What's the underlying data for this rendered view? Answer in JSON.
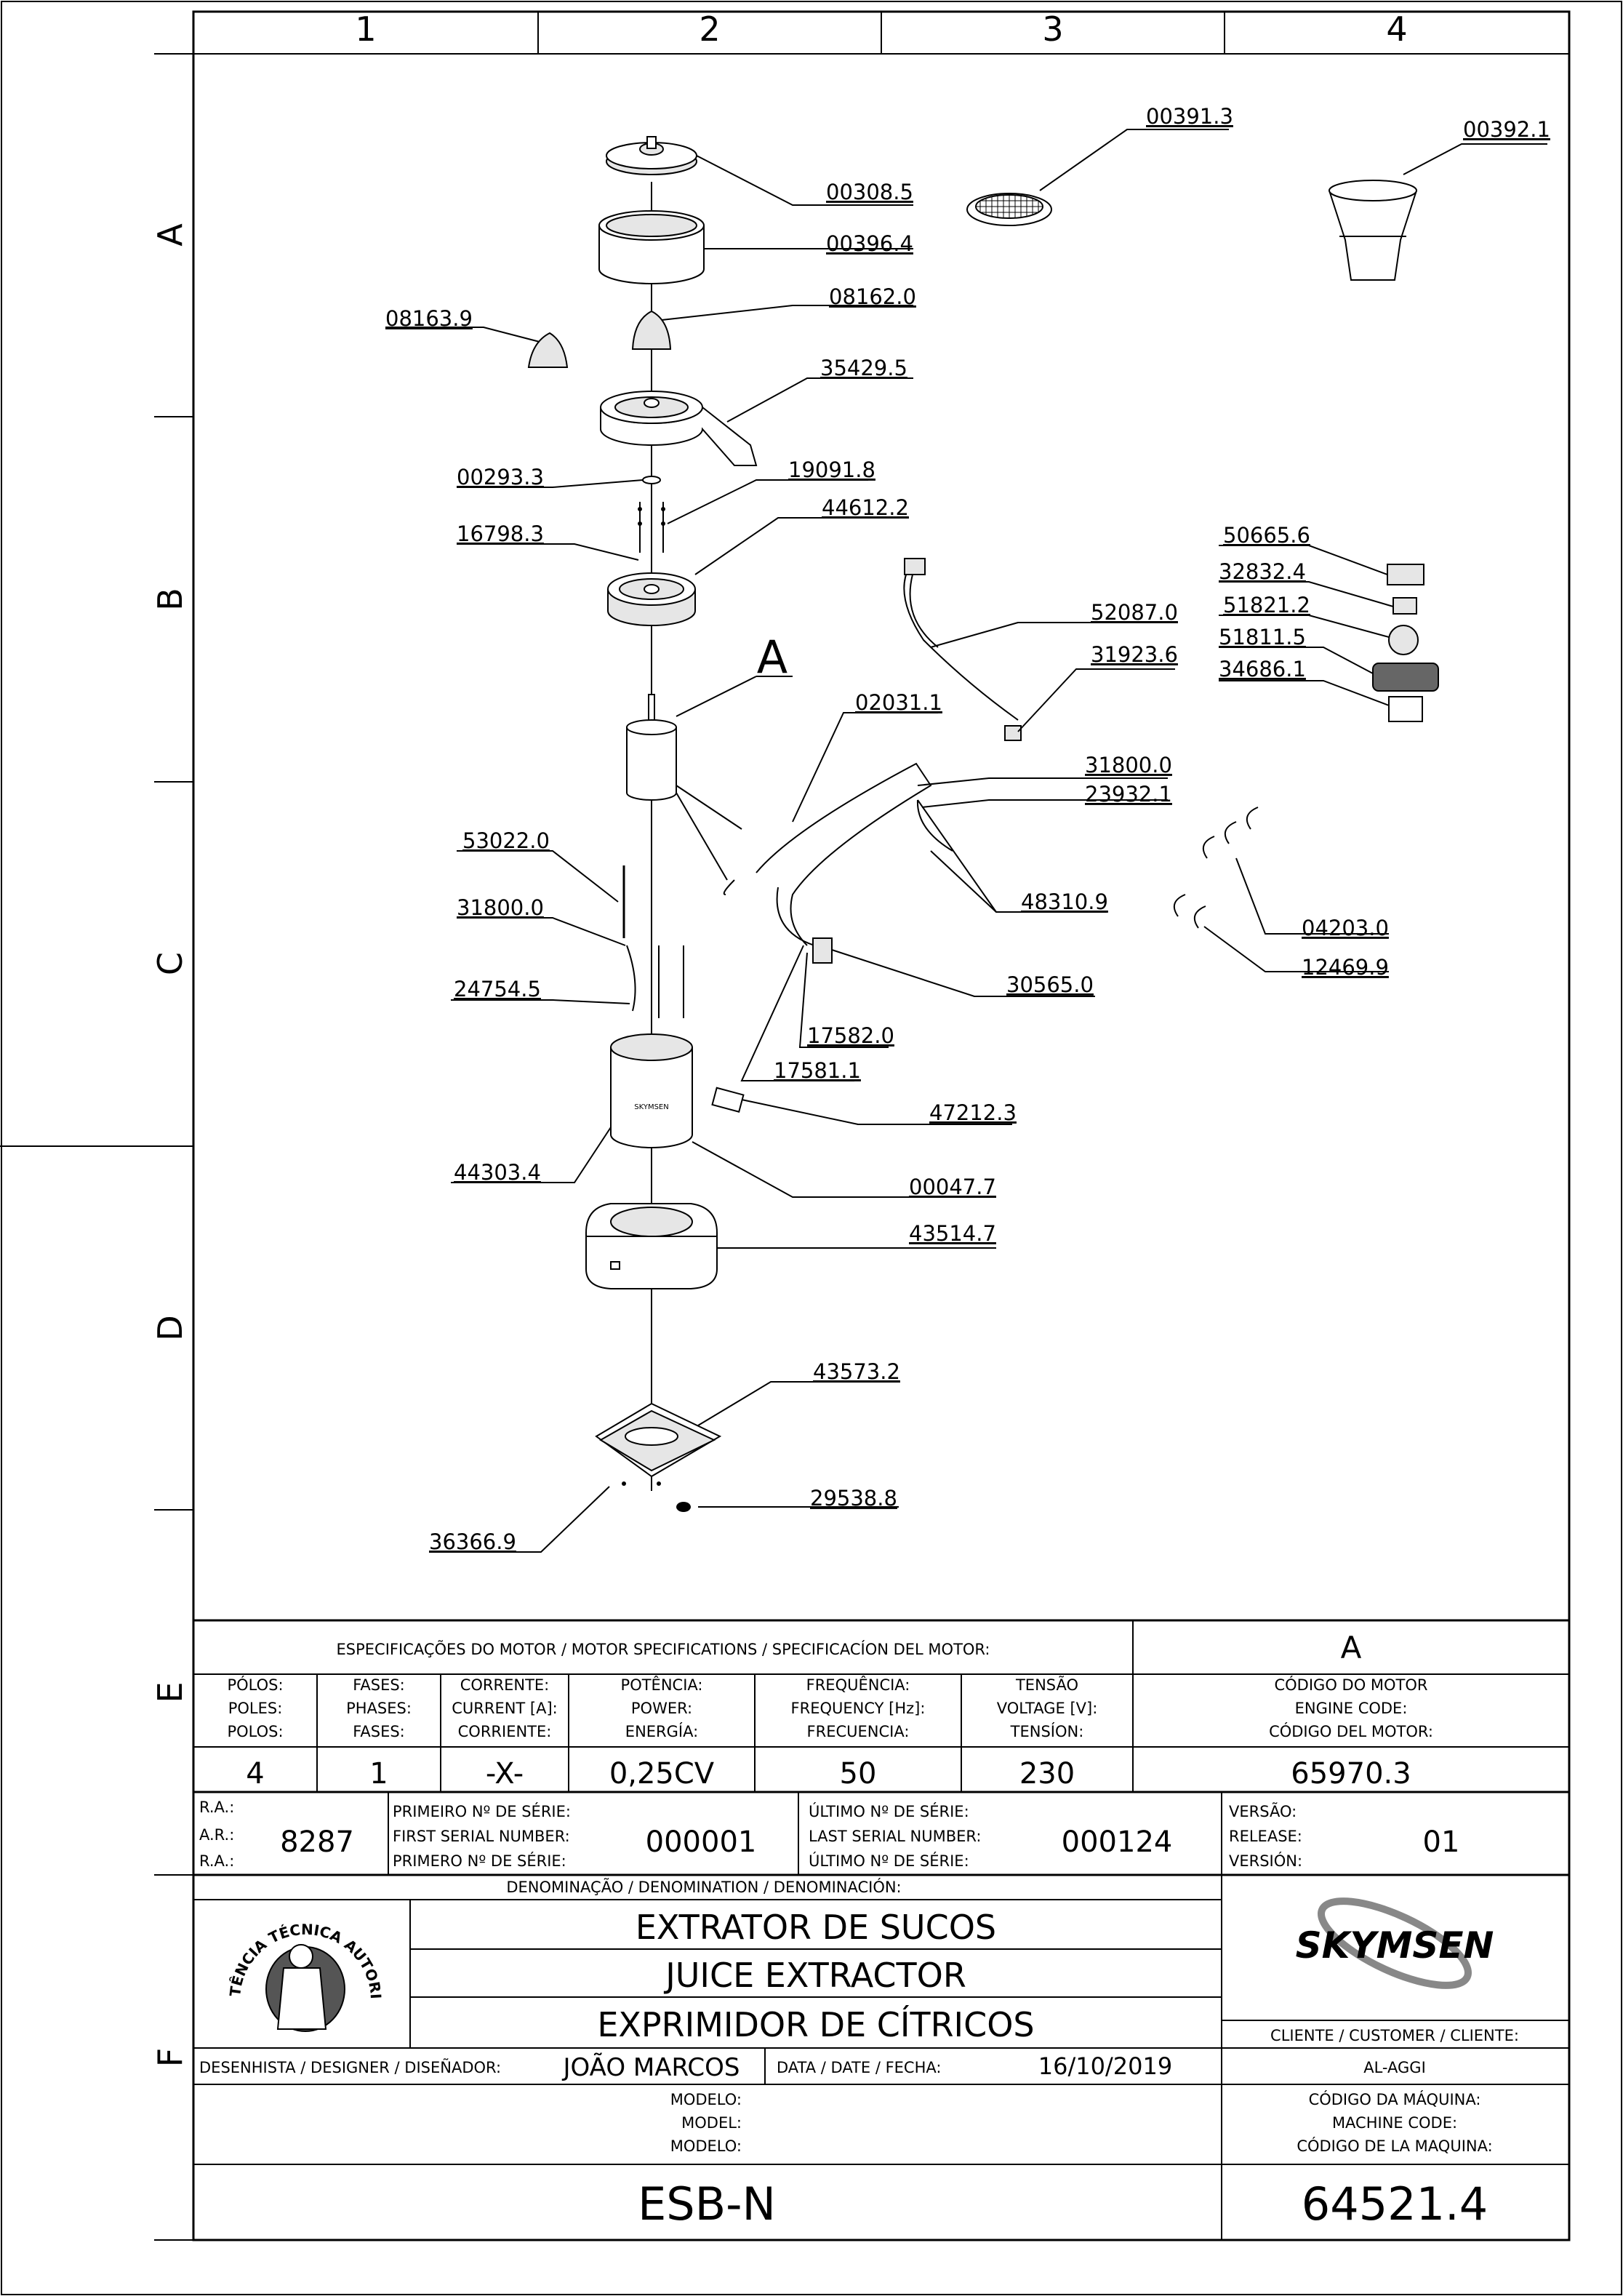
{
  "zones": {
    "cols": [
      "1",
      "2",
      "3",
      "4"
    ],
    "rows": [
      "A",
      "B",
      "C",
      "D",
      "E",
      "F"
    ]
  },
  "parts": {
    "p00391_3": "00391.3",
    "p00392_1": "00392.1",
    "p00308_5": "00308.5",
    "p00396_4": "00396.4",
    "p08162_0": "08162.0",
    "p08163_9": "08163.9",
    "p35429_5": "35429.5",
    "p00293_3": "00293.3",
    "p19091_8": "19091.8",
    "p44612_2": "44612.2",
    "p16798_3": "16798.3",
    "p50665_6": "50665.6",
    "p32832_4": "32832.4",
    "p51821_2": "51821.2",
    "p51811_5": "51811.5",
    "p34686_1": "34686.1",
    "p52087_0": "52087.0",
    "p31923_6": "31923.6",
    "p02031_1": "02031.1",
    "p31800_0a": "31800.0",
    "p23932_1": "23932.1",
    "p53022_0": "53022.0",
    "p48310_9": "48310.9",
    "p31800_0b": "31800.0",
    "p04203_0": "04203.0",
    "p12469_9": "12469.9",
    "p24754_5": "24754.5",
    "p30565_0": "30565.0",
    "p17582_0": "17582.0",
    "p17581_1": "17581.1",
    "p47212_3": "47212.3",
    "p44303_4": "44303.4",
    "p00047_7": "00047.7",
    "p43514_7": "43514.7",
    "p43573_2": "43573.2",
    "p29538_8": "29538.8",
    "p36366_9": "36366.9",
    "detail_a": "A"
  },
  "motor": {
    "header": "ESPECIFICAÇÕES DO MOTOR / MOTOR SPECIFICATIONS / SPECIFICACÍON DEL MOTOR:",
    "header_a": "A",
    "cols": [
      {
        "l1": "PÓLOS:",
        "l2": "POLES:",
        "l3": "POLOS:",
        "value": "4"
      },
      {
        "l1": "FASES:",
        "l2": "PHASES:",
        "l3": "FASES:",
        "value": "1"
      },
      {
        "l1": "CORRENTE:",
        "l2": "CURRENT [A]:",
        "l3": "CORRIENTE:",
        "value": "-X-"
      },
      {
        "l1": "POTÊNCIA:",
        "l2": "POWER:",
        "l3": "ENERGÍA:",
        "value": "0,25CV"
      },
      {
        "l1": "FREQUÊNCIA:",
        "l2": "FREQUENCY [Hz]:",
        "l3": "FRECUENCIA:",
        "value": "50"
      },
      {
        "l1": "TENSÃO",
        "l2": "VOLTAGE [V]:",
        "l3": "TENSÍON:",
        "value": "230"
      },
      {
        "l1": "CÓDIGO DO MOTOR",
        "l2": "ENGINE CODE:",
        "l3": "CÓDIGO DEL MOTOR:",
        "value": "65970.3"
      }
    ]
  },
  "serial": {
    "ra1": "R.A.:",
    "ra2": "A.R.:",
    "ra3": "R.A.:",
    "ra_value": "8287",
    "first1": "PRIMEIRO Nº DE SÉRIE:",
    "first2": "FIRST SERIAL NUMBER:",
    "first3": "PRIMERO Nº DE SÉRIE:",
    "first_value": "000001",
    "last1": "ÚLTIMO Nº DE SÉRIE:",
    "last2": "LAST SERIAL NUMBER:",
    "last3": "ÚLTIMO Nº DE SÉRIE:",
    "last_value": "000124",
    "ver1": "VERSÃO:",
    "ver2": "RELEASE:",
    "ver3": "VERSIÓN:",
    "ver_value": "01"
  },
  "denomination": {
    "label": "DENOMINAÇÃO / DENOMINATION / DENOMINACIÓN:",
    "pt": "EXTRATOR DE SUCOS",
    "en": "JUICE EXTRACTOR",
    "es": "EXPRIMIDOR DE CÍTRICOS",
    "seal_text": "ASSISTÊNCIA TÉCNICA AUTORIZADA",
    "brand": "SKYMSEN"
  },
  "designer": {
    "label": "DESENHISTA / DESIGNER / DISEÑADOR:",
    "name": "JOÃO MARCOS",
    "date_label": "DATA / DATE / FECHA:",
    "date": "16/10/2019",
    "client_label": "CLIENTE / CUSTOMER / CLIENTE:",
    "client": "AL-AGGI"
  },
  "model": {
    "l1": "MODELO:",
    "l2": "MODEL:",
    "l3": "MODELO:",
    "value": "ESB-N",
    "code1": "CÓDIGO DA MÁQUINA:",
    "code2": "MACHINE CODE:",
    "code3": "CÓDIGO DE LA MAQUINA:",
    "code_value": "64521.4"
  }
}
